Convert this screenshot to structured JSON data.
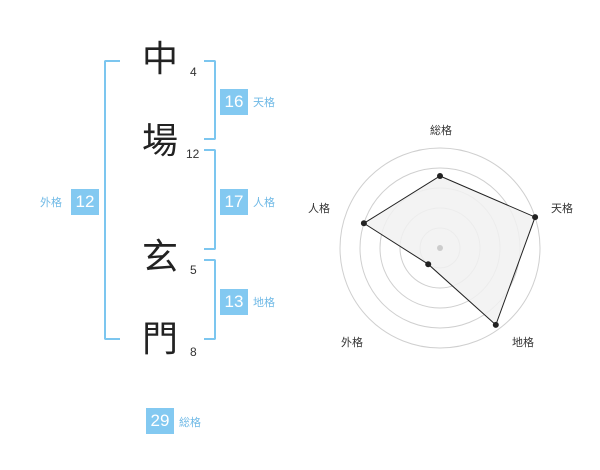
{
  "name_chars": [
    {
      "char": "中",
      "strokes": "4"
    },
    {
      "char": "場",
      "strokes": "12"
    },
    {
      "char": "玄",
      "strokes": "5"
    },
    {
      "char": "門",
      "strokes": "8"
    }
  ],
  "kaku": {
    "tenkaku": {
      "value": "16",
      "label": "天格"
    },
    "jinkaku": {
      "value": "17",
      "label": "人格"
    },
    "chikaku": {
      "value": "13",
      "label": "地格"
    },
    "gaikaku": {
      "value": "12",
      "label": "外格"
    },
    "soukaku": {
      "value": "29",
      "label": "総格"
    }
  },
  "radar": {
    "axes": [
      "総格",
      "天格",
      "地格",
      "外格",
      "人格"
    ],
    "levels": 5,
    "values": [
      0.72,
      1.0,
      0.95,
      0.2,
      0.8
    ],
    "colors": {
      "grid": "#cfcfcf",
      "fill": "#f1f1f1",
      "line": "#222222",
      "point": "#222222",
      "center": "#cccccc"
    }
  },
  "colors": {
    "accent": "#83c9f1",
    "bracket": "#7cc6ef",
    "accent_text": "#6fb9e6"
  }
}
